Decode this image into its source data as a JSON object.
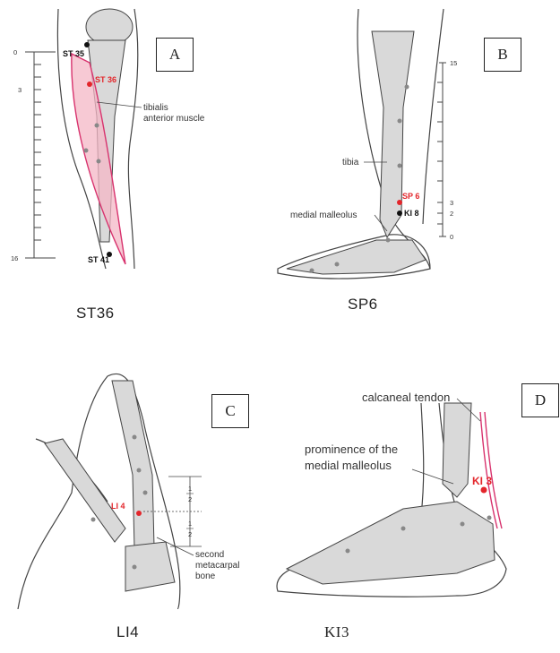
{
  "colors": {
    "point_red": "#e3262b",
    "muscle_pink": "#f4b7c6",
    "muscle_line": "#d8336e",
    "bone_fill": "#d9d9d9",
    "outline": "#444444"
  },
  "panels": {
    "a": {
      "letter": "A",
      "caption": "ST36",
      "points": {
        "st35": "ST 35",
        "st36": "ST 36",
        "st41": "ST 41"
      },
      "label": "tibialis\nanterior muscle",
      "scale": {
        "top": "0",
        "mid": "3",
        "bottom": "16"
      }
    },
    "b": {
      "letter": "B",
      "caption": "SP6",
      "points": {
        "sp6": "SP 6",
        "ki8": "KI 8"
      },
      "labels": {
        "tibia": "tibia",
        "malleolus": "medial malleolus"
      },
      "scale": {
        "top": "15",
        "t3": "3",
        "t2": "2",
        "t0": "0"
      }
    },
    "c": {
      "letter": "C",
      "caption": "LI4",
      "points": {
        "li4": "LI 4"
      },
      "label": "second\nmetacarpal\nbone",
      "fraction": {
        "num": "1",
        "den": "2"
      }
    },
    "d": {
      "letter": "D",
      "caption": "KI3",
      "points": {
        "ki3": "KI 3"
      },
      "labels": {
        "tendon": "calcaneal tendon",
        "prominence": "prominence of the\nmedial malleolus"
      }
    }
  }
}
